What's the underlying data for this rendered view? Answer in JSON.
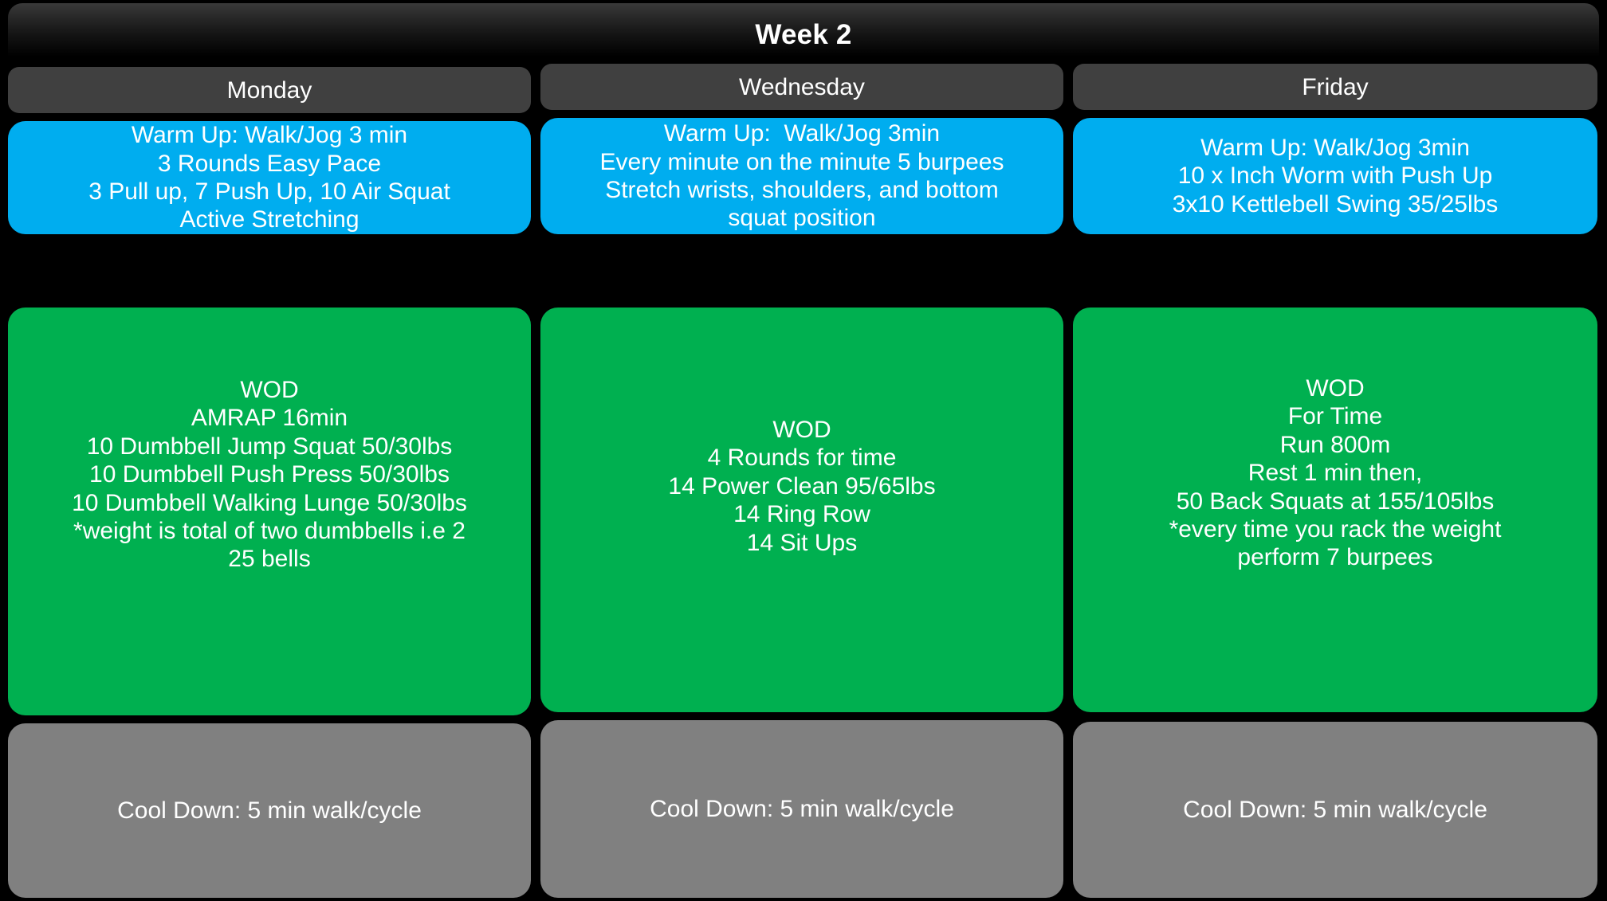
{
  "header": {
    "title": "Week 2"
  },
  "days": [
    {
      "name": "Monday",
      "warmup": [
        "Warm Up: Walk/Jog 3 min",
        "3 Rounds Easy Pace",
        "3 Pull up, 7 Push Up, 10 Air Squat",
        "Active Stretching"
      ],
      "wod": [
        "WOD",
        "AMRAP 16min",
        "10 Dumbbell Jump Squat 50/30lbs",
        "10 Dumbbell Push Press 50/30lbs",
        "10 Dumbbell Walking Lunge 50/30lbs",
        "*weight is total of two dumbbells i.e 2",
        "25 bells"
      ],
      "cooldown": "Cool Down: 5 min walk/cycle"
    },
    {
      "name": "Wednesday",
      "warmup": [
        "Warm Up:  Walk/Jog 3min",
        "Every minute on the minute 5 burpees",
        "Stretch wrists, shoulders, and bottom",
        "squat position"
      ],
      "wod": [
        "WOD",
        "4 Rounds for time",
        "14 Power Clean 95/65lbs",
        "14 Ring Row",
        "14 Sit Ups"
      ],
      "cooldown": "Cool Down: 5 min walk/cycle"
    },
    {
      "name": "Friday",
      "warmup": [
        "Warm Up: Walk/Jog 3min",
        "10 x Inch Worm with Push Up",
        "3x10 Kettlebell Swing 35/25lbs"
      ],
      "wod": [
        "WOD",
        "For Time",
        "Run 800m",
        "Rest 1 min then,",
        "50 Back Squats at 155/105lbs",
        "*every time you rack the weight",
        "perform 7 burpees"
      ],
      "cooldown": "Cool Down: 5 min walk/cycle"
    }
  ],
  "colors": {
    "background": "#000000",
    "day_header": "#404040",
    "warmup": "#00ADEF",
    "wod": "#00B050",
    "cooldown": "#808080",
    "text": "#FFFFFF"
  }
}
